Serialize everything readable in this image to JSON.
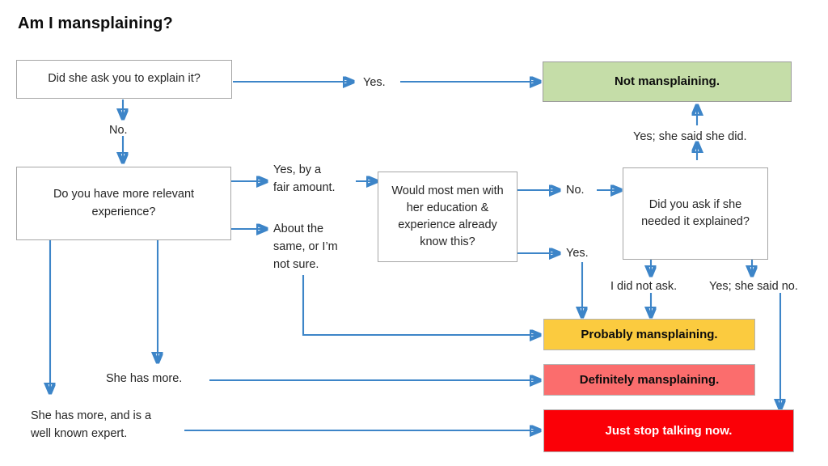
{
  "page": {
    "title": "Am I mansplaining?",
    "accent_arrow_color": "#3d85c8",
    "box_border_color": "#a6a6a6"
  },
  "nodes": [
    {
      "id": "q1",
      "kind": "question",
      "text": "Did she ask you to explain it?"
    },
    {
      "id": "q2",
      "kind": "question",
      "text": "Do you have more relevant experience?"
    },
    {
      "id": "q3",
      "kind": "question",
      "text": "Would most men with her education & experience already know this?"
    },
    {
      "id": "q4",
      "kind": "question",
      "text": "Did you ask if she needed it explained?"
    },
    {
      "id": "r_green",
      "kind": "result",
      "text": "Not mansplaining.",
      "color": "#c5dda8"
    },
    {
      "id": "r_yellow",
      "kind": "result",
      "text": "Probably mansplaining.",
      "color": "#fbcb3f"
    },
    {
      "id": "r_pink",
      "kind": "result",
      "text": "Definitely mansplaining.",
      "color": "#fb6d6d"
    },
    {
      "id": "r_red",
      "kind": "result",
      "text": "Just stop talking now.",
      "color": "#fb0007"
    }
  ],
  "edge_labels": [
    {
      "id": "e_yes_top",
      "text": "Yes.",
      "from": "q1",
      "to": "r_green"
    },
    {
      "id": "e_no",
      "text": "No.",
      "from": "q1",
      "to": "q2"
    },
    {
      "id": "e_yes_fair",
      "text": "Yes, by a\nfair amount.",
      "from": "q2",
      "to": "q3"
    },
    {
      "id": "e_about_same",
      "text": "About the\nsame, or I’m\nnot sure.",
      "from": "q2",
      "to": "r_yellow"
    },
    {
      "id": "e_she_has_more",
      "text": "She has more.",
      "from": "q2",
      "to": "r_pink"
    },
    {
      "id": "e_well_known_expert",
      "text": "She has more, and is a\nwell known expert.",
      "from": "q2",
      "to": "r_red"
    },
    {
      "id": "e_q3_no",
      "text": "No.",
      "from": "q3",
      "to": "q4"
    },
    {
      "id": "e_q3_yes",
      "text": "Yes.",
      "from": "q3",
      "to": "r_yellow"
    },
    {
      "id": "e_she_said_did",
      "text": "Yes; she said she did.",
      "from": "q4",
      "to": "r_green"
    },
    {
      "id": "e_did_not_ask",
      "text": "I did not ask.",
      "from": "q4",
      "to": "r_yellow"
    },
    {
      "id": "e_she_said_no",
      "text": "Yes; she said no.",
      "from": "q4",
      "to": "r_red"
    }
  ]
}
